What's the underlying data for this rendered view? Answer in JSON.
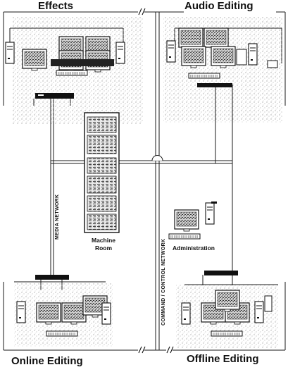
{
  "labels": {
    "effects": "Effects",
    "audio_editing": "Audio Editing",
    "machine_room_line1": "Machine",
    "machine_room_line2": "Room",
    "administration": "Administration",
    "online_editing": "Online Editing",
    "offline_editing": "Offline Editing",
    "media_network": "MEDIA NETWORK",
    "command_network": "COMMAND / CONTROL NETWORK"
  },
  "colors": {
    "ink": "#1a1a1a",
    "stipple": "#9a9a9a",
    "screen": "#5a5a5a",
    "paper": "#ffffff"
  }
}
